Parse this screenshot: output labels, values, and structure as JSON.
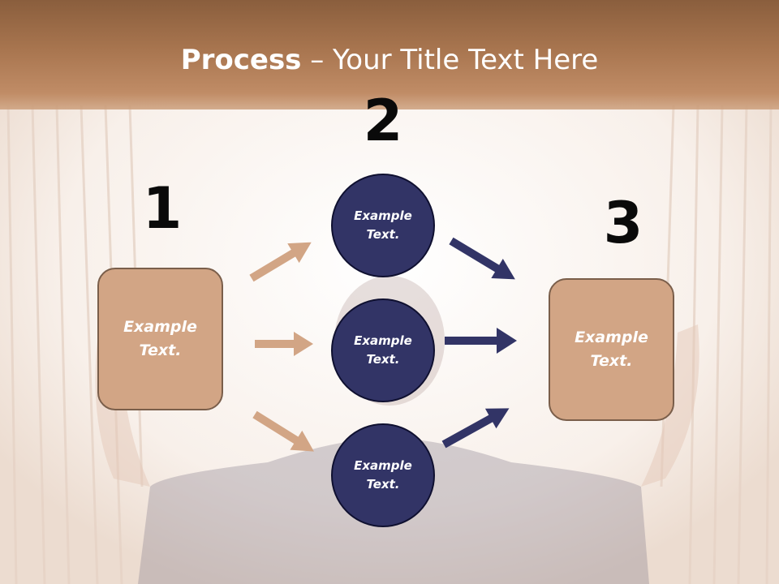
{
  "title": {
    "bold": "Process",
    "rest": " – Your Title Text Here"
  },
  "steps": [
    {
      "number": "1",
      "label": "Example Text."
    },
    {
      "number": "2"
    },
    {
      "number": "3",
      "label": "Example Text."
    }
  ],
  "circles": [
    {
      "label": "Example Text."
    },
    {
      "label": "Example Text."
    },
    {
      "label": "Example Text."
    }
  ],
  "colors": {
    "box_fill": "#d2a585",
    "circle_fill": "#323466",
    "left_arrows": "#d2a585",
    "right_arrows": "#323466"
  },
  "icons": [
    "arrow-up-right-icon",
    "arrow-right-icon",
    "arrow-down-right-icon"
  ]
}
